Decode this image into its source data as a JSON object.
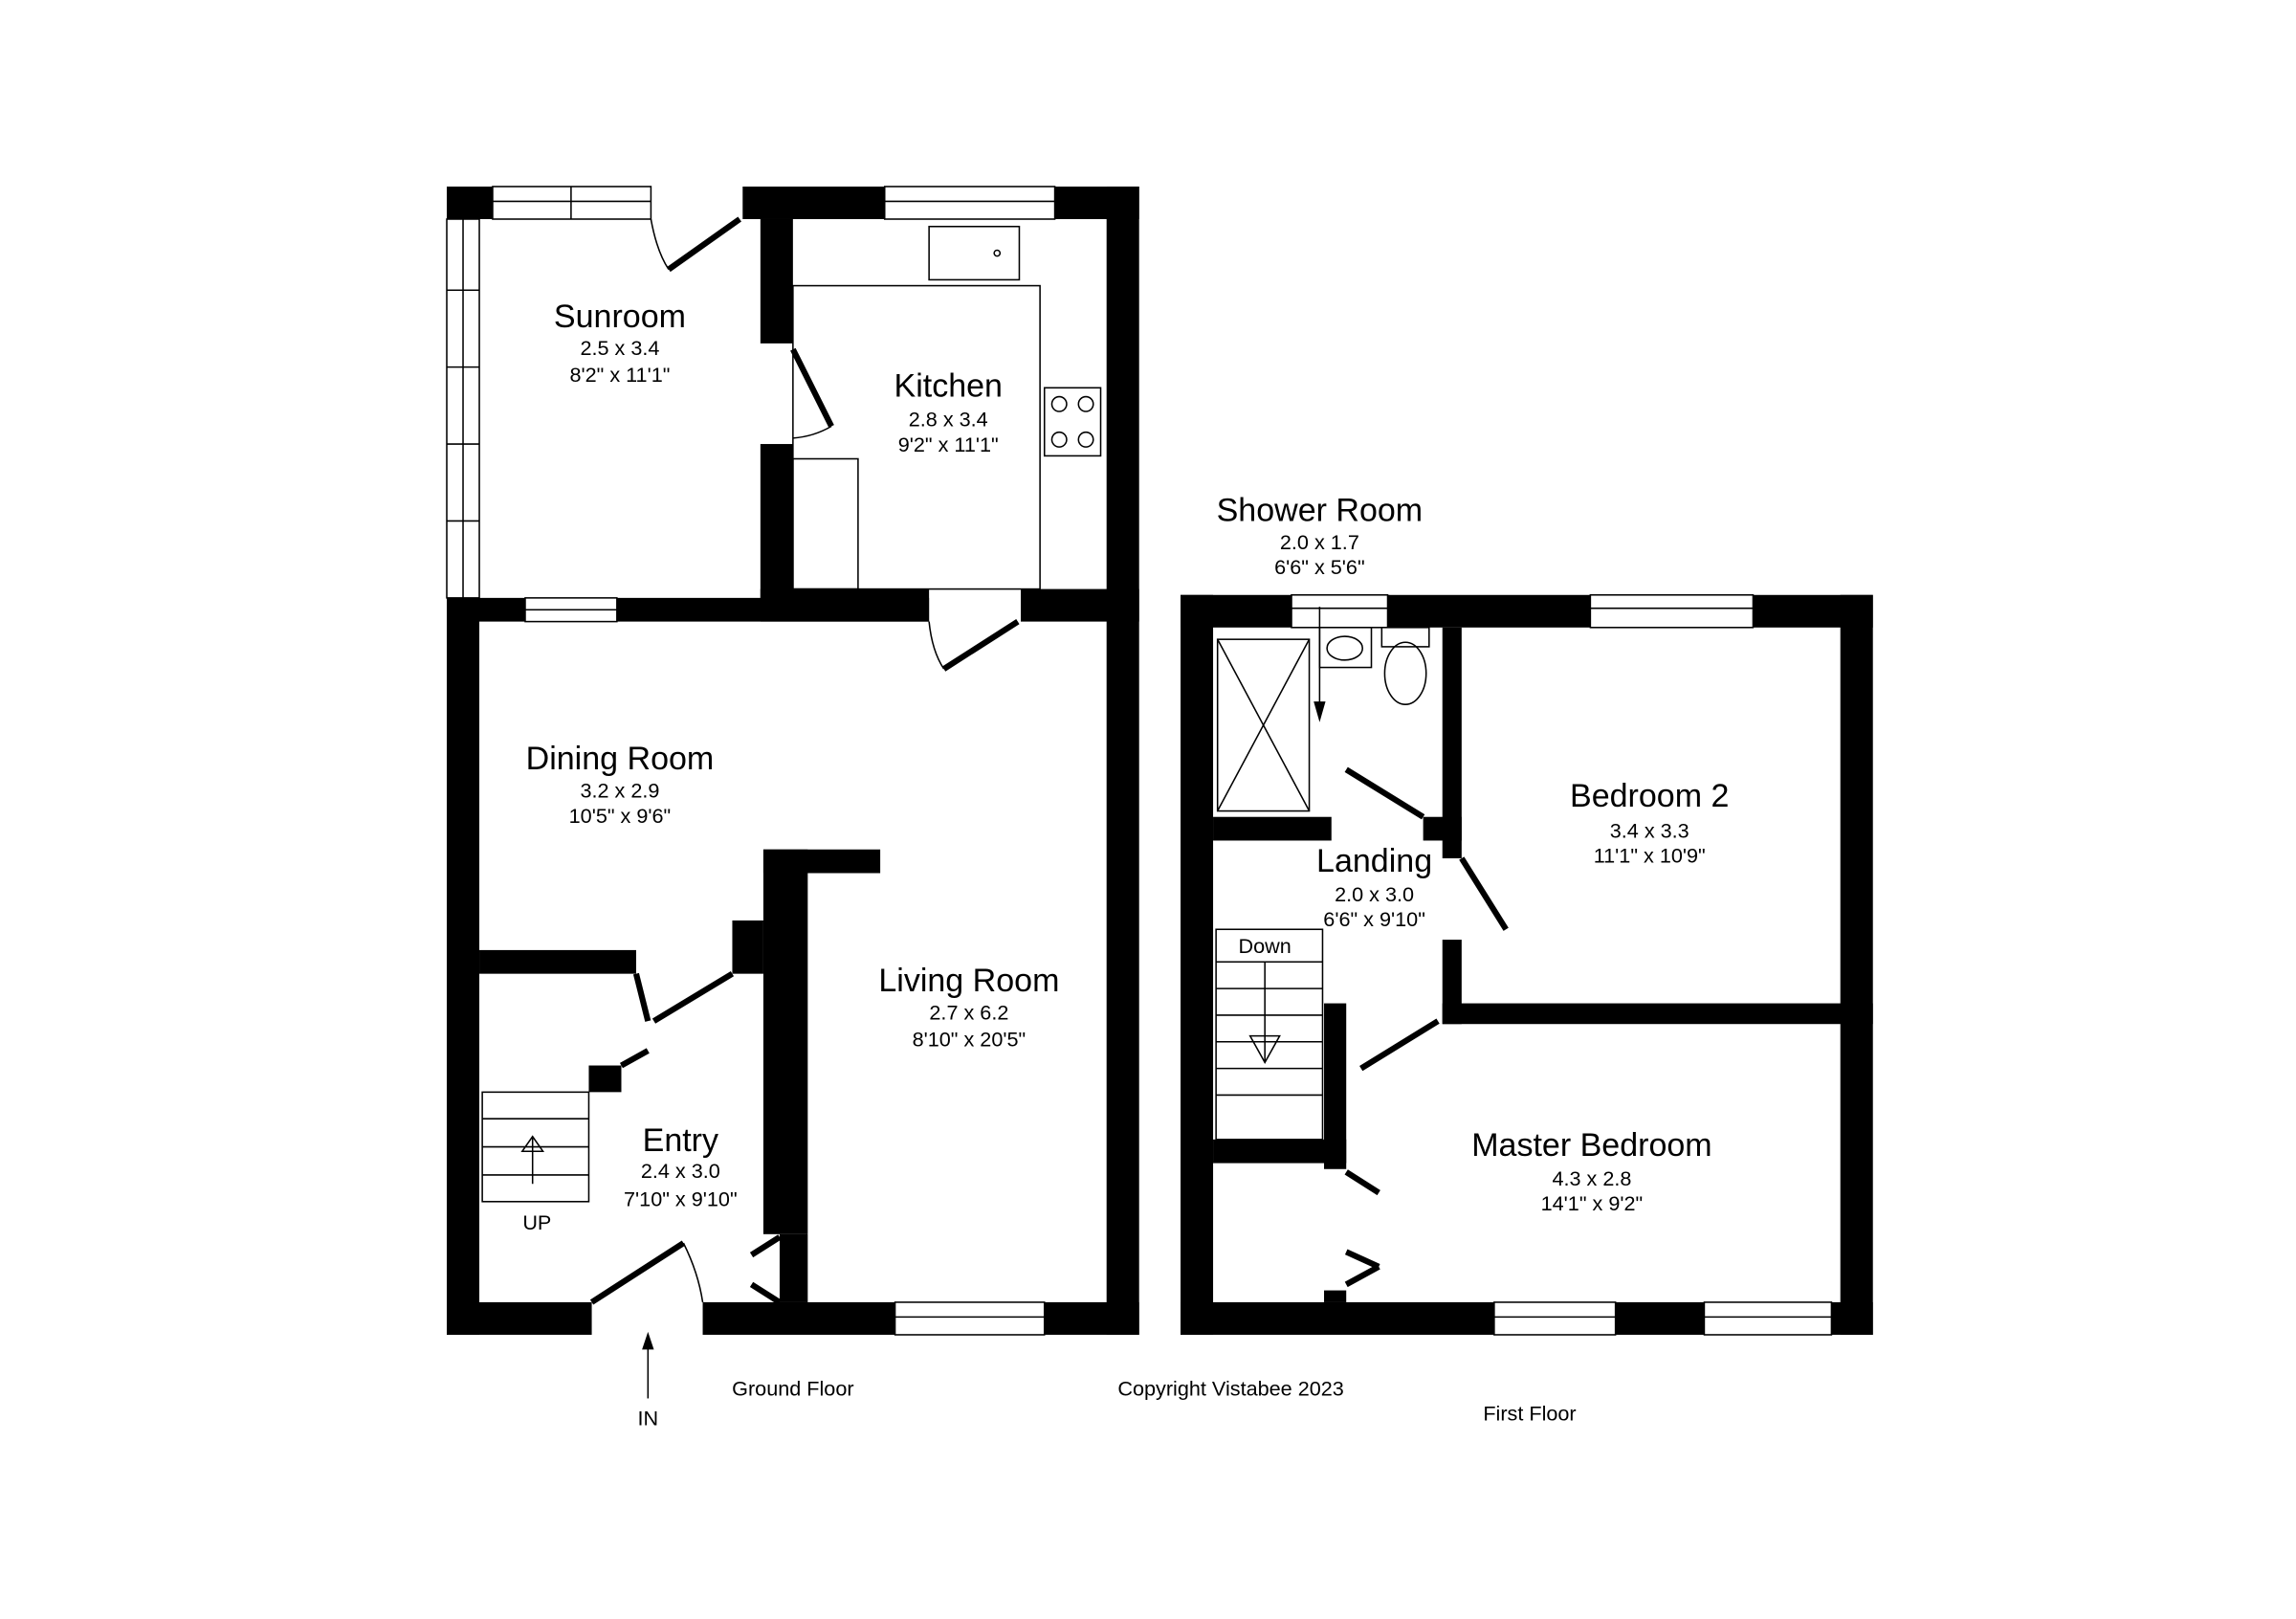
{
  "ground_floor": {
    "label": "Ground Floor",
    "rooms": [
      {
        "name": "Sunroom",
        "metric": "2.5 x 3.4",
        "imperial": "8'2\" x 11'1\""
      },
      {
        "name": "Kitchen",
        "metric": "2.8 x 3.4",
        "imperial": "9'2\" x 11'1\""
      },
      {
        "name": "Dining Room",
        "metric": "3.2 x 2.9",
        "imperial": "10'5\" x 9'6\""
      },
      {
        "name": "Living Room",
        "metric": "2.7 x 6.2",
        "imperial": "8'10\" x 20'5\""
      },
      {
        "name": "Entry",
        "metric": "2.4 x 3.0",
        "imperial": "7'10\" x 9'10\""
      }
    ],
    "stairs_label": "UP",
    "entrance_label": "IN"
  },
  "first_floor": {
    "label": "First Floor",
    "rooms": [
      {
        "name": "Shower Room",
        "metric": "2.0 x 1.7",
        "imperial": "6'6\" x 5'6\""
      },
      {
        "name": "Bedroom 2",
        "metric": "3.4 x 3.3",
        "imperial": "11'1\" x 10'9\""
      },
      {
        "name": "Landing",
        "metric": "2.0 x 3.0",
        "imperial": "6'6\" x 9'10\""
      },
      {
        "name": "Master Bedroom",
        "metric": "4.3 x 2.8",
        "imperial": "14'1\" x 9'2\""
      }
    ],
    "stairs_label": "Down"
  },
  "copyright": "Copyright Vistabee 2023"
}
